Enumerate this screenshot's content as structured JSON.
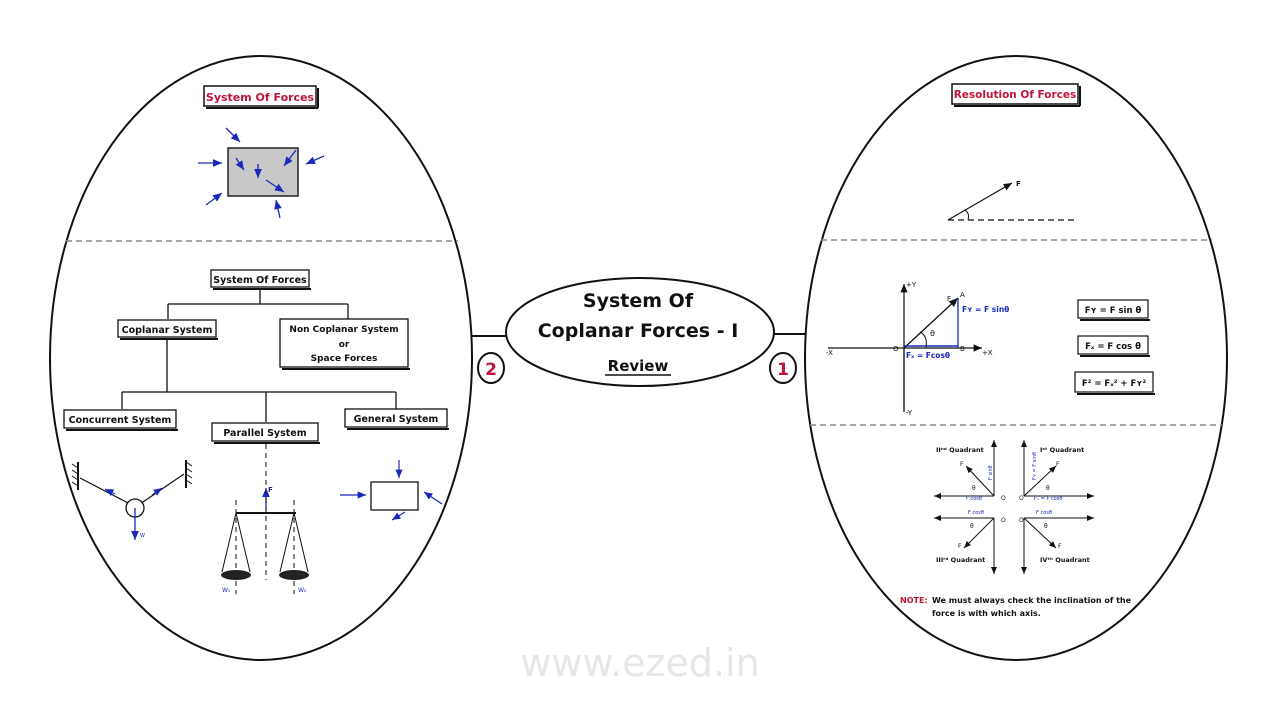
{
  "center": {
    "title_line1": "System Of",
    "title_line2": "Coplanar Forces - I",
    "subtitle": "Review",
    "badge_left": "2",
    "badge_right": "1"
  },
  "left": {
    "top_label": "System Of Forces",
    "tree_root": "System Of Forces",
    "coplanar": "Coplanar System",
    "noncoplanar_line1": "Non Coplanar System",
    "noncoplanar_line2": "or",
    "noncoplanar_line3": "Space Forces",
    "concurrent": "Concurrent System",
    "parallel": "Parallel System",
    "general": "General System",
    "force_symbol": "F",
    "weight1": "W₁",
    "weight2": "W₂",
    "weight": "W"
  },
  "right": {
    "top_label": "Resolution Of Forces",
    "force": "F",
    "axis": {
      "py": "+Y",
      "ny": "-Y",
      "px": "+X",
      "nx": "-X",
      "origin": "O",
      "a": "A",
      "b": "B"
    },
    "fy_label": "Fʏ = F sinθ",
    "fx_label": "Fₓ = Fcosθ",
    "theta": "θ",
    "eq1": "Fʏ = F sin θ",
    "eq2": "Fₓ = F cos θ",
    "eq3": "F² = Fₓ² + Fʏ²",
    "quad1": "Iˢᵗ Quadrant",
    "quad2": "IIⁿᵈ Quadrant",
    "quad3": "IIIʳᵈ Quadrant",
    "quad4": "IVᵗʰ Quadrant",
    "fsin": "F sinθ",
    "fcos": "F cosθ",
    "fx_q": "Fₓ = F cosθ",
    "fy_q": "Fʏ = F sinθ",
    "note_label": "NOTE:",
    "note_line1": "We must always check the inclination of the",
    "note_line2": "force is with  which axis."
  },
  "watermark": "www.ezed.in",
  "colors": {
    "accent_red": "#c0143c",
    "force_blue": "#1a2ab8",
    "ink": "#111111"
  }
}
